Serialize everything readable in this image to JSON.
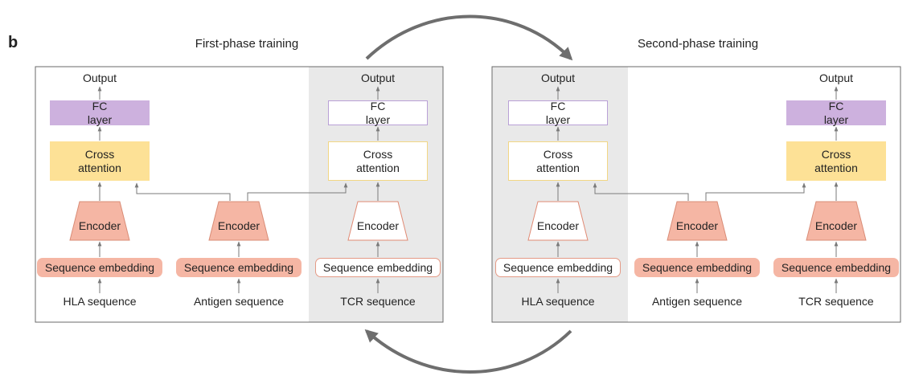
{
  "panel_label": "b",
  "arrow_colors": {
    "cycle": "#6e6e6e",
    "flow": "#7a7a7a"
  },
  "colors": {
    "fc": "#cdb1de",
    "cross_attention": "#fde196",
    "encoder": "#f5b6a4",
    "frozen_panel": "#e9e9e9"
  },
  "phases": [
    {
      "title": "First-phase training",
      "columns": [
        {
          "input": "HLA sequence",
          "embedding": "Sequence embedding",
          "encoder": "Encoder",
          "cross_attention": "Cross\nattention",
          "fc": "FC\nlayer",
          "output": "Output",
          "frozen": false
        },
        {
          "input": "Antigen sequence",
          "embedding": "Sequence embedding",
          "encoder": "Encoder",
          "frozen": false
        },
        {
          "input": "TCR sequence",
          "embedding": "Sequence embedding",
          "encoder": "Encoder",
          "cross_attention": "Cross\nattention",
          "fc": "FC\nlayer",
          "output": "Output",
          "frozen": true
        }
      ]
    },
    {
      "title": "Second-phase training",
      "columns": [
        {
          "input": "HLA sequence",
          "embedding": "Sequence embedding",
          "encoder": "Encoder",
          "cross_attention": "Cross\nattention",
          "fc": "FC\nlayer",
          "output": "Output",
          "frozen": true
        },
        {
          "input": "Antigen sequence",
          "embedding": "Sequence embedding",
          "encoder": "Encoder",
          "frozen": false
        },
        {
          "input": "TCR sequence",
          "embedding": "Sequence embedding",
          "encoder": "Encoder",
          "cross_attention": "Cross\nattention",
          "fc": "FC\nlayer",
          "output": "Output",
          "frozen": false
        }
      ]
    }
  ]
}
